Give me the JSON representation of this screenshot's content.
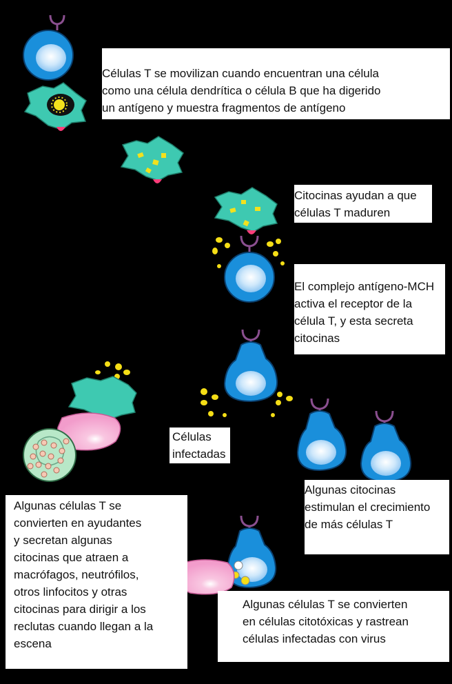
{
  "labels": {
    "step1": "Células T se movilizan cuando encuentran una célula\ncomo una célula dendrítica o célula B que ha digerido\nun antígeno y muestra fragmentos de antígeno",
    "step2": "Citocinas ayudan a que\ncélulas T maduren",
    "step3": "El complejo antígeno-MCH\nactiva el receptor de la\ncélula T, y esta secreta\ncitocinas",
    "infected": "Células\ninfectadas",
    "helpers": "Algunas células T se\nconvierten en ayudantes\ny secretan algunas\ncitocinas que atraen a\nmacrófagos, neutrófilos,\notros linfocitos y otras\ncitocinas para dirigir a los\nreclutas cuando llegan a la\nescena",
    "growth": "Algunas citocinas\nestimulan el crecimiento\nde más células T",
    "cytotoxic": "Algunas células T se convierten\nen células citotóxicas y rastrean\ncélulas infectadas con virus"
  },
  "colors": {
    "tcell": "#1a8fdb",
    "tcell_outline": "#0a3f6e",
    "nucleus": "#9fd2f8",
    "dendritic": "#3ec9b1",
    "receptor": "#8a4f8f",
    "antigen_tip": "#ff3d7a",
    "fragment": "#f3e11d",
    "cytokine": "#f5de16",
    "infected_cell": "#f59ecb",
    "macrophage": "#b8e8c8",
    "background": "#000000"
  },
  "icons": [
    "t-cell-icon",
    "dendritic-cell-icon",
    "receptor-icon",
    "cytokine-icon",
    "infected-cell-icon",
    "macrophage-icon"
  ]
}
